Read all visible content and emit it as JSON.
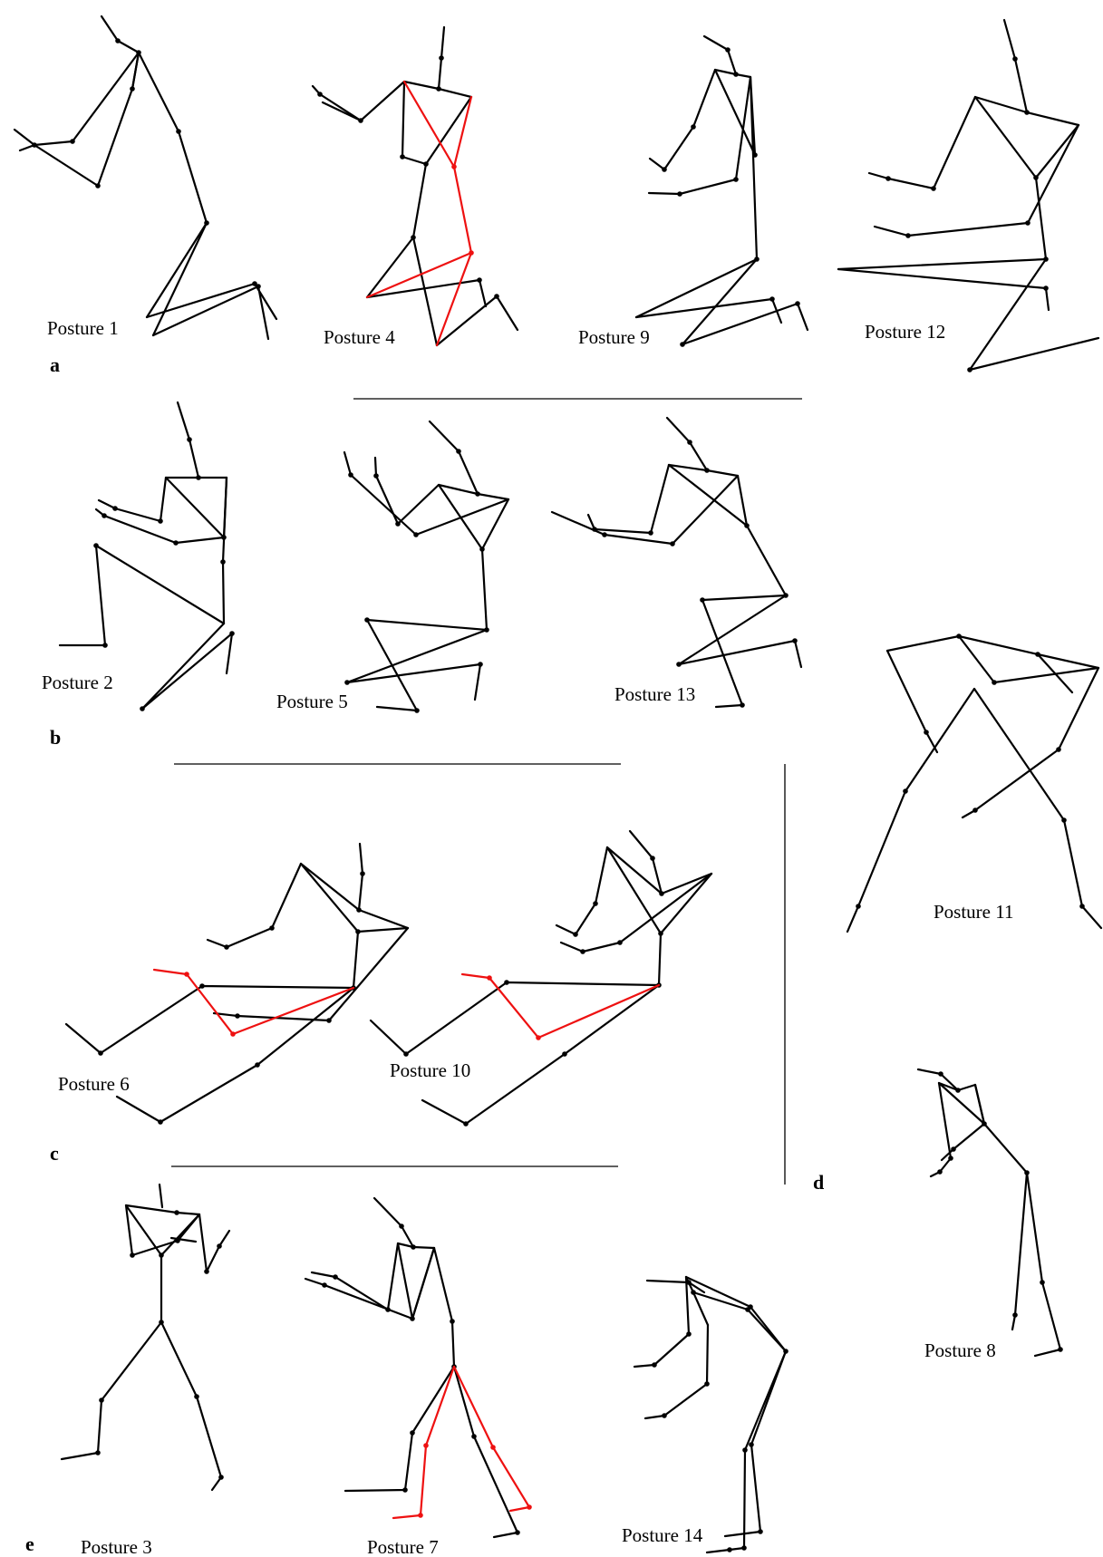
{
  "postures": {
    "p1": "Posture 1",
    "p2": "Posture 2",
    "p3": "Posture 3",
    "p4": "Posture 4",
    "p5": "Posture 5",
    "p6": "Posture 6",
    "p7": "Posture 7",
    "p8": "Posture 8",
    "p9": "Posture 9",
    "p10": "Posture 10",
    "p11": "Posture 11",
    "p12": "Posture 12",
    "p13": "Posture 13",
    "p14": "Posture 14"
  },
  "panels": {
    "a": "a",
    "b": "b",
    "c": "c",
    "d": "d",
    "e": "e"
  },
  "colors": {
    "skeleton": "#000000",
    "highlight": "#ee1111"
  }
}
